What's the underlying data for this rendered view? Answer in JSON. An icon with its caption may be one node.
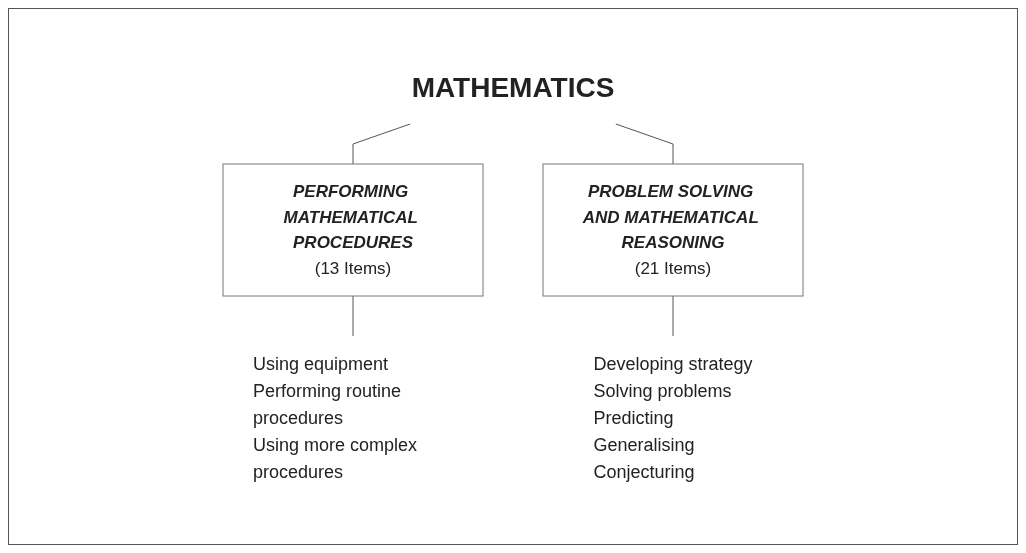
{
  "diagram": {
    "nodes": [
      {
        "text": [
          "MATHEMATICS"
        ]
      },
      {
        "text": [
          "PERFORMING MATHEMATICAL PROCEDURES",
          "(13 Items)"
        ]
      },
      {
        "text": [
          "PROBLEM SOLVING AND MATHEMATICAL REASONING",
          "(21 Items)"
        ]
      },
      {
        "text": [
          "Using equipment",
          "Performing routine procedures",
          "Using more complex procedures"
        ]
      },
      {
        "text": [
          "Developing strategy",
          "Solving problems",
          "Predicting",
          "Generalising",
          "Conjecturing"
        ]
      }
    ],
    "edges": [
      {
        "from": 0,
        "to": 1,
        "arrow": "none"
      },
      {
        "from": 0,
        "to": 2,
        "arrow": "none"
      },
      {
        "from": 1,
        "to": 3,
        "arrow": "none"
      },
      {
        "from": 2,
        "to": 4,
        "arrow": "none"
      }
    ]
  }
}
